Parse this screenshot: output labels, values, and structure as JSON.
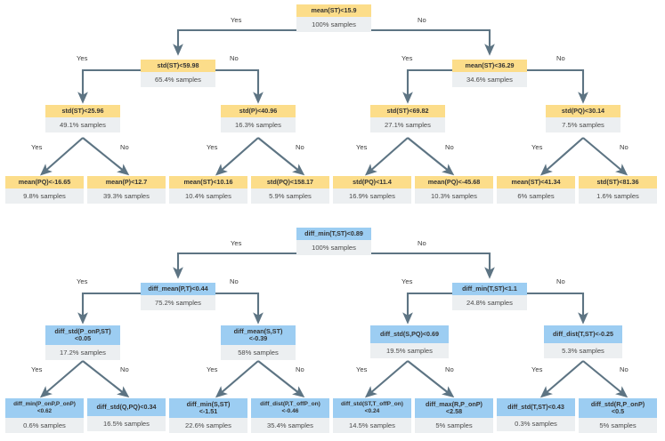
{
  "figure": {
    "type": "decision-tree-diagram",
    "tree_count": 2,
    "edge_labels": {
      "yes": "Yes",
      "no": "No"
    },
    "colors": {
      "tree_top_condition_bg": "#fcdd8a",
      "tree_bottom_condition_bg": "#9ccdf2",
      "samples_bg": "#eceff1",
      "connector": "#5d7483",
      "text": "#333333"
    }
  },
  "tree_top": {
    "name": "raw-feature-tree",
    "root": {
      "cond": "mean(ST)<15.9",
      "samples": "100% samples"
    },
    "level2": [
      {
        "cond": "std(ST)<59.98",
        "samples": "65.4% samples"
      },
      {
        "cond": "mean(ST)<36.29",
        "samples": "34.6% samples"
      }
    ],
    "level3": [
      {
        "cond": "std(ST)<25.96",
        "samples": "49.1% samples"
      },
      {
        "cond": "std(P)<40.96",
        "samples": "16.3% samples"
      },
      {
        "cond": "std(ST)<69.82",
        "samples": "27.1% samples"
      },
      {
        "cond": "std(PQ)<30.14",
        "samples": "7.5% samples"
      }
    ],
    "leaves": [
      {
        "cond": "mean(PQ)<-16.65",
        "samples": "9.8% samples"
      },
      {
        "cond": "mean(P)<12.7",
        "samples": "39.3% samples"
      },
      {
        "cond": "mean(ST)<10.16",
        "samples": "10.4% samples"
      },
      {
        "cond": "std(PQ)<158.17",
        "samples": "5.9% samples"
      },
      {
        "cond": "std(PQ)<11.4",
        "samples": "16.9% samples"
      },
      {
        "cond": "mean(PQ)<-45.68",
        "samples": "10.3% samples"
      },
      {
        "cond": "mean(ST)<41.34",
        "samples": "6% samples"
      },
      {
        "cond": "std(ST)<81.36",
        "samples": "1.6% samples"
      }
    ]
  },
  "tree_bottom": {
    "name": "diff-feature-tree",
    "root": {
      "cond": "diff_min(T,ST)<0.89",
      "samples": "100% samples"
    },
    "level2": [
      {
        "cond": "diff_mean(P,T)<0.44",
        "samples": "75.2% samples"
      },
      {
        "cond": "diff_min(T,ST)<1.1",
        "samples": "24.8% samples"
      }
    ],
    "level3": [
      {
        "cond": "diff_std(P_onP,ST)\n<0.05",
        "samples": "17.2% samples"
      },
      {
        "cond": "diff_mean(S,ST)\n<-0.39",
        "samples": "58% samples"
      },
      {
        "cond": "diff_std(S,PQ)<0.69",
        "samples": "19.5% samples"
      },
      {
        "cond": "diff_dist(T,ST)<-0.25",
        "samples": "5.3% samples"
      }
    ],
    "leaves": [
      {
        "cond": "diff_min(P_onP,P_onP)\n<0.62",
        "samples": "0.6% samples"
      },
      {
        "cond": "diff_std(Q,PQ)<0.34",
        "samples": "16.5% samples"
      },
      {
        "cond": "diff_min(S,ST)\n<-1.51",
        "samples": "22.6% samples"
      },
      {
        "cond": "diff_dist(P,T_offP_on)\n<-0.46",
        "samples": "35.4% samples"
      },
      {
        "cond": "diff_std(ST,T_offP_on)\n<0.24",
        "samples": "14.5% samples"
      },
      {
        "cond": "diff_max(R,P_onP)\n<2.58",
        "samples": "5% samples"
      },
      {
        "cond": "diff_std(T,ST)<0.43",
        "samples": "0.3% samples"
      },
      {
        "cond": "diff_std(R,P_onP)\n<0.5",
        "samples": "5% samples"
      }
    ]
  }
}
